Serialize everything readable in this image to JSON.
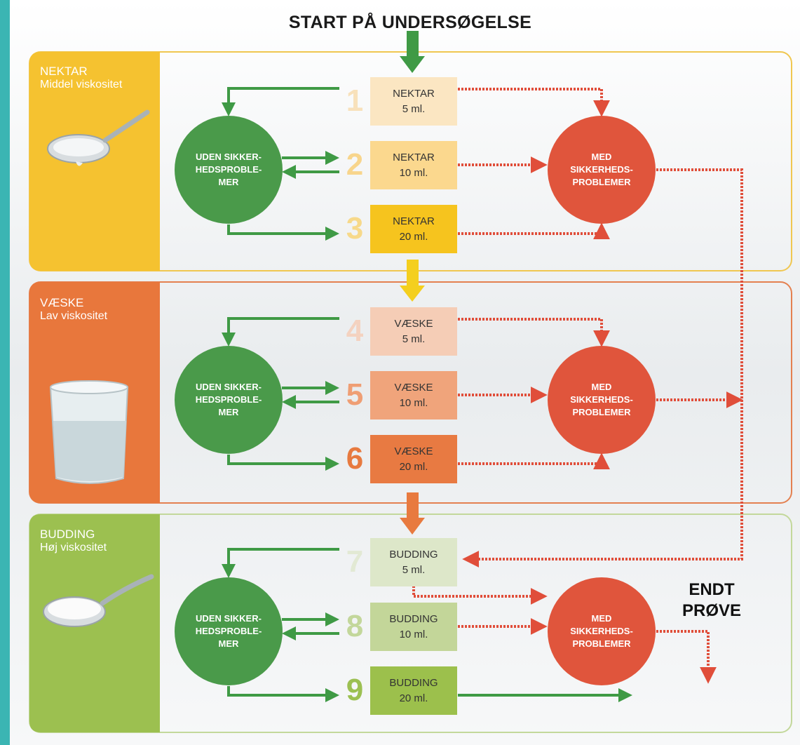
{
  "title": "START PÅ UNDERSØGELSE",
  "sections": [
    {
      "name": "NEKTAR",
      "subtitle": "Middel viskositet",
      "color": "#f5c230",
      "border": "#f0c750"
    },
    {
      "name": "VÆSKE",
      "subtitle": "Lav viskositet",
      "color": "#e8773c",
      "border": "#e48050"
    },
    {
      "name": "BUDDING",
      "subtitle": "Høj viskositet",
      "color": "#9cc050",
      "border": "#c3d89b"
    }
  ],
  "steps": [
    {
      "num": "1",
      "line1": "NEKTAR",
      "line2": "5 ml.",
      "box_color": "#fbe6c2",
      "num_color": "#f8e1bb"
    },
    {
      "num": "2",
      "line1": "NEKTAR",
      "line2": "10 ml.",
      "box_color": "#fbd88e",
      "num_color": "#f8d58c"
    },
    {
      "num": "3",
      "line1": "NEKTAR",
      "line2": "20 ml.",
      "box_color": "#f6c41e",
      "num_color": "#f7d98a"
    },
    {
      "num": "4",
      "line1": "VÆSKE",
      "line2": "5 ml.",
      "box_color": "#f5cdb6",
      "num_color": "#f4d2c0"
    },
    {
      "num": "5",
      "line1": "VÆSKE",
      "line2": "10 ml.",
      "box_color": "#f0a47b",
      "num_color": "#ef9e74"
    },
    {
      "num": "6",
      "line1": "VÆSKE",
      "line2": "20 ml.",
      "box_color": "#e87a42",
      "num_color": "#e77a3f"
    },
    {
      "num": "7",
      "line1": "BUDDING",
      "line2": "5 ml.",
      "box_color": "#dde7c9",
      "num_color": "#e2e9d4"
    },
    {
      "num": "8",
      "line1": "BUDDING",
      "line2": "10 ml.",
      "box_color": "#c3d699",
      "num_color": "#c3d79b"
    },
    {
      "num": "9",
      "line1": "BUDDING",
      "line2": "20 ml.",
      "box_color": "#9cc04c",
      "num_color": "#9cc052"
    }
  ],
  "green_node": {
    "lines": [
      "UDEN SIKKER-",
      "HEDSPROBLE-",
      "MER"
    ],
    "color": "#4a9a4a"
  },
  "red_node": {
    "lines": [
      "MED",
      "SIKKERHEDS-",
      "PROBLEMER"
    ],
    "color": "#e0553c"
  },
  "end_label": [
    "ENDT",
    "PRØVE"
  ],
  "colors": {
    "green_arrow": "#3f9a45",
    "red_dotted": "#e04e3a",
    "yellow_arrow": "#f4cf1e",
    "orange_arrow": "#e87a3f",
    "start_arrow": "#3f9a45"
  }
}
